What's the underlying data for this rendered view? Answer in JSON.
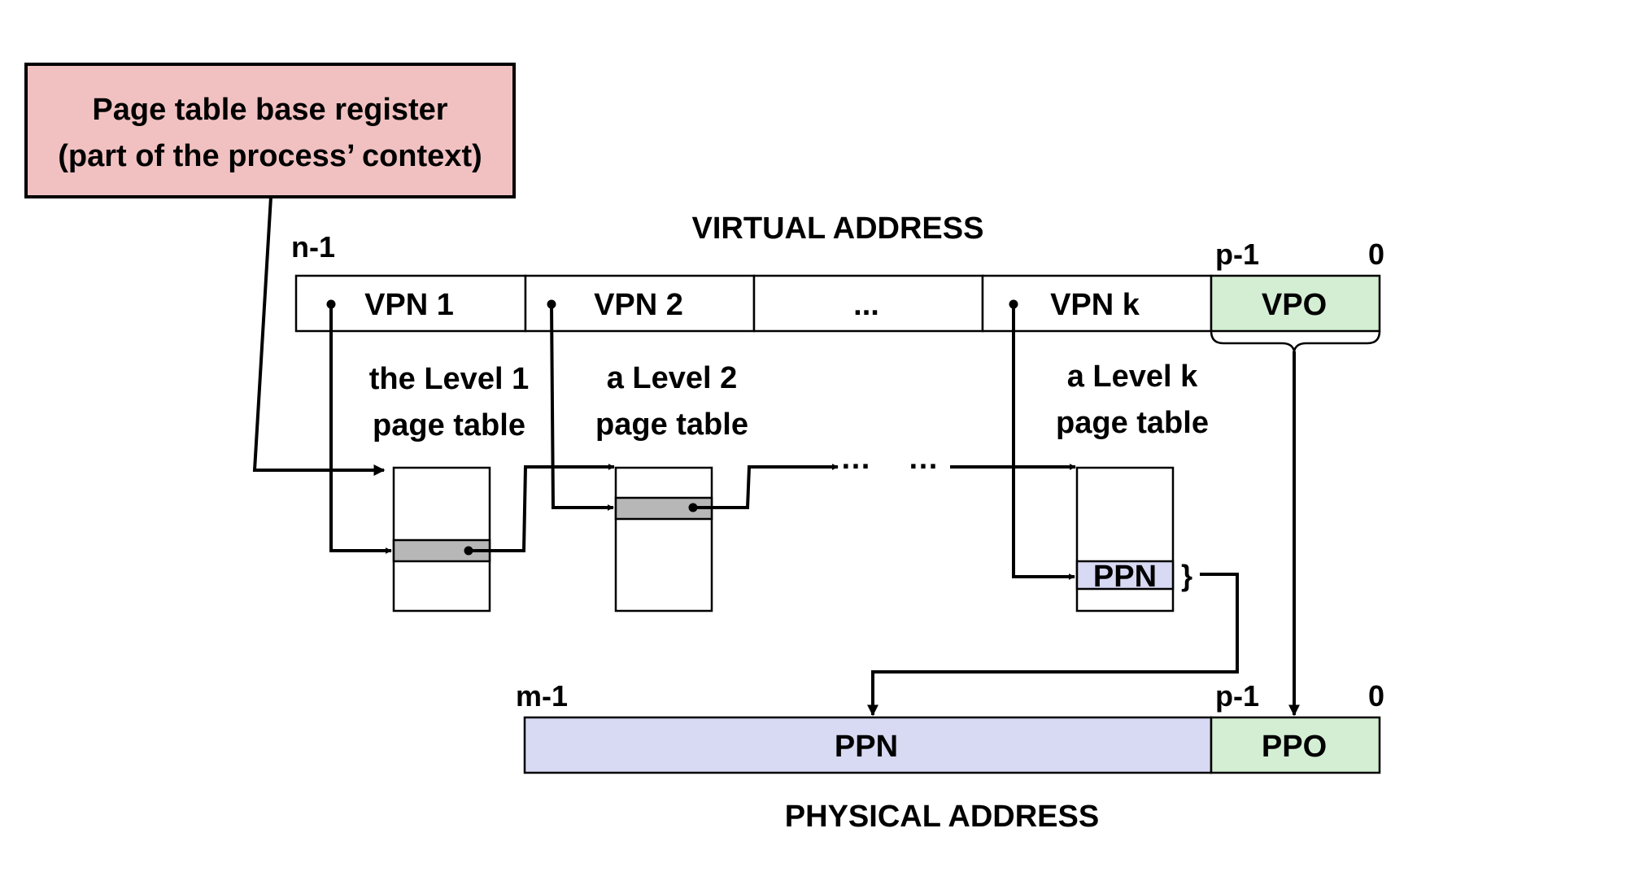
{
  "register": {
    "line1": "Page table base register",
    "line2": "(part of the process’ context)",
    "fill": "#f1c1c1"
  },
  "virtual_address": {
    "title": "VIRTUAL ADDRESS",
    "high_bit": "n-1",
    "offset_high_bit": "p-1",
    "low_bit": "0",
    "fields": [
      "VPN 1",
      "VPN 2",
      "...",
      "VPN k",
      "VPO"
    ]
  },
  "page_tables": {
    "level1": {
      "line1": "the Level 1",
      "line2": "page table"
    },
    "level2": {
      "line1": "a Level 2",
      "line2": "page table"
    },
    "levelk": {
      "line1": "a Level k",
      "line2": "page table"
    },
    "entry_label": "PPN",
    "ellipsis_a": "…",
    "ellipsis_b": "…",
    "brace": "}"
  },
  "physical_address": {
    "title": "PHYSICAL ADDRESS",
    "high_bit": "m-1",
    "offset_high_bit": "p-1",
    "low_bit": "0",
    "fields": [
      "PPN",
      "PPO"
    ]
  },
  "colors": {
    "offset_green": "#d4eed3",
    "ppn_lavender": "#d8d9f3",
    "entry_gray": "#b7b7b7"
  }
}
